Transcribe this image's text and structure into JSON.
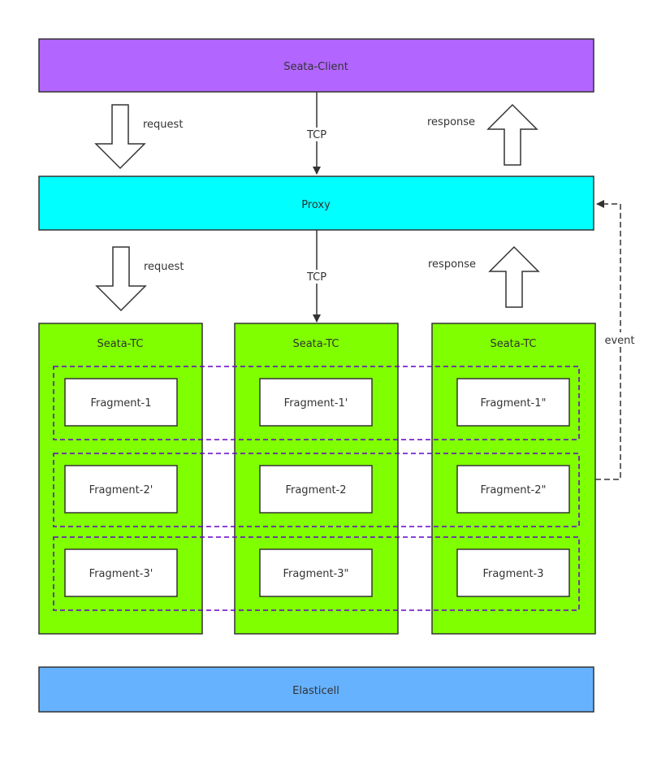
{
  "client": {
    "label": "Seata-Client",
    "color": "#b266ff"
  },
  "proxy": {
    "label": "Proxy",
    "color": "#00ffff"
  },
  "storage": {
    "label": "Elasticell",
    "color": "#66b2ff"
  },
  "arrows": {
    "request_top": "request",
    "response_top": "response",
    "tcp_top": "TCP",
    "request_mid": "request",
    "response_mid": "response",
    "tcp_mid": "TCP",
    "event": "event"
  },
  "tc_nodes": [
    {
      "title": "Seata-TC",
      "fragments": [
        "Fragment-1",
        "Fragment-2'",
        "Fragment-3'"
      ]
    },
    {
      "title": "Seata-TC",
      "fragments": [
        "Fragment-1'",
        "Fragment-2",
        "Fragment-3\""
      ]
    },
    {
      "title": "Seata-TC",
      "fragments": [
        "Fragment-1\"",
        "Fragment-2\"",
        "Fragment-3"
      ]
    }
  ],
  "colors": {
    "tc_fill": "#80ff00",
    "group_border": "#6600cc"
  }
}
